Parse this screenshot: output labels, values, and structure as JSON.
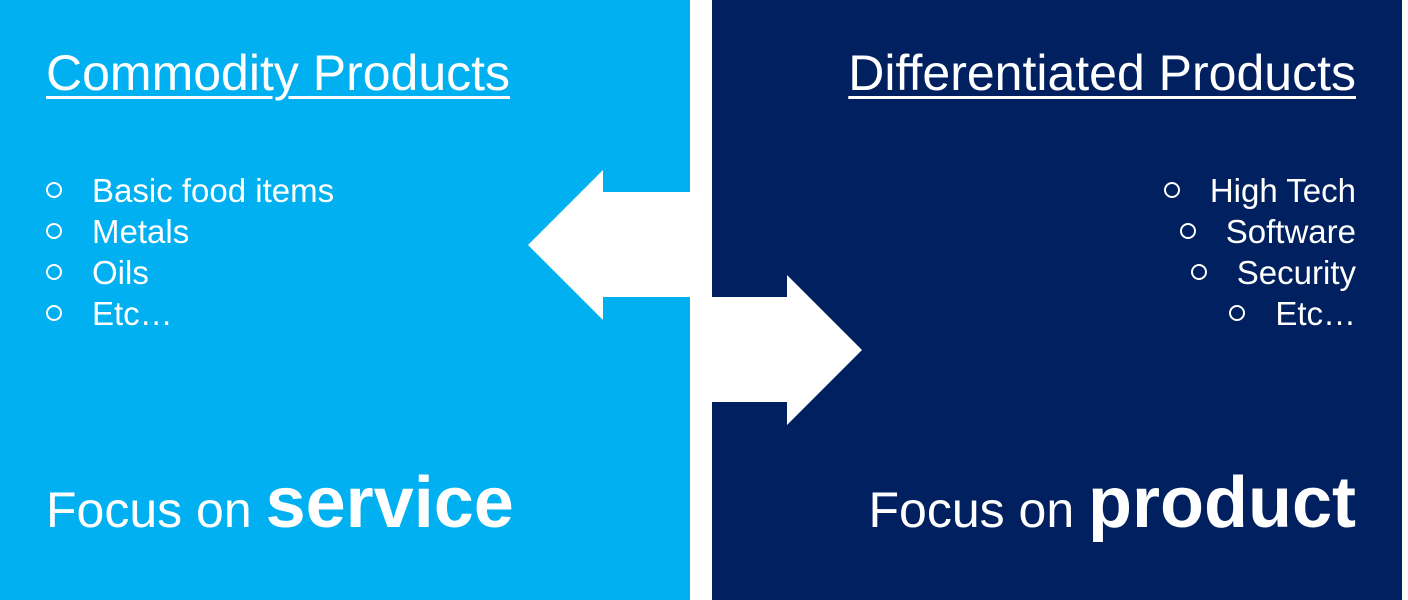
{
  "left": {
    "title": "Commodity Products",
    "items": [
      "Basic food items",
      "Metals",
      "Oils",
      "Etc…"
    ],
    "focus_prefix": "Focus on ",
    "focus_word": "service",
    "color": "#00b0f0"
  },
  "right": {
    "title": "Differentiated Products",
    "items": [
      "High Tech",
      "Software",
      "Security",
      "Etc…"
    ],
    "focus_prefix": "Focus on ",
    "focus_word": "product",
    "color": "#002060"
  }
}
